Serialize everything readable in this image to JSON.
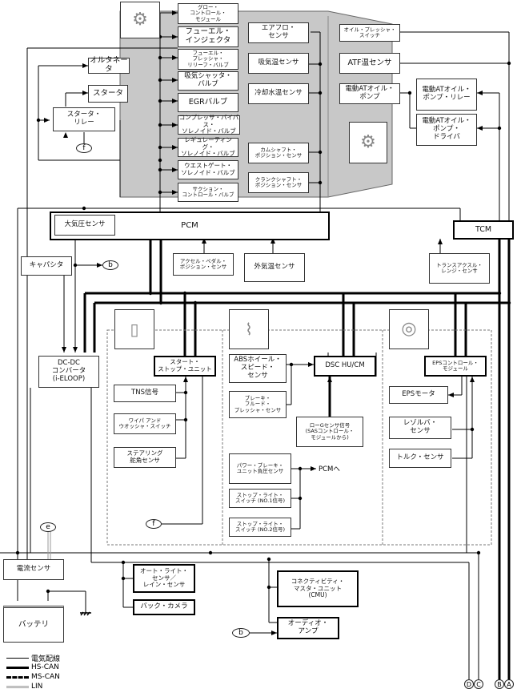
{
  "diagram": {
    "engine_area": {
      "pcm_outputs": [
        "グロー・\nコントロール・\nモジュール",
        "フューエル・\nインジェクタ",
        "フューエル・\nプレッシャ・\nリリーフ・バルブ",
        "吸気シャッタ・\nバルブ",
        "EGRバルブ",
        "コンプレッサ・バイパス・\nソレノイド・バルブ",
        "レギュレーティング・\nソレノイド・バルブ",
        "ウエストゲート・\nソレノイド・バルブ",
        "サクション・\nコントロール・バルブ"
      ],
      "pcm_inputs": [
        "エアフロ・\nセンサ",
        "吸気温センサ",
        "冷却水温センサ",
        "カムシャフト・\nポジション・センサ",
        "クランクシャフト・\nポジション・センサ"
      ],
      "alternator": "オルタネータ",
      "starter": "スタータ",
      "starter_relay": "スタータ・\nリレー"
    },
    "transmission_area": {
      "oil_pressure_switch": "オイル・プレッシャ・\nスイッチ",
      "atf_temp_sensor": "ATF温センサ",
      "electric_oil_pump": "電動ATオイル・\nポンプ",
      "oil_pump_relay": "電動ATオイル・\nポンプ・リレー",
      "oil_pump_driver": "電動ATオイル・\nポンプ・\nドライバ"
    },
    "pcm": {
      "label": "PCM",
      "baro_sensor": "大気圧センサ",
      "accel_pedal_sensor": "アクセル・ペダル・\nポジション・センサ",
      "ambient_temp_sensor": "外気温センサ"
    },
    "tcm": {
      "label": "TCM",
      "range_sensor": "トランスアクスル・\nレンジ・センサ"
    },
    "capacitor": "キャパシタ",
    "dcdc": "DC-DC\nコンバータ\n(i-ELOOP)",
    "start_stop": {
      "unit": "スタート・\nストップ・ユニット",
      "tns": "TNS信号",
      "wiper": "ワイパ アンド\nウオッシャ・スイッチ",
      "steering_angle": "ステアリング\n舵角センサ"
    },
    "dsc": {
      "unit": "DSC HU/CM",
      "abs_sensor": "ABSホイール・\nスピード・\nセンサ",
      "brake_fluid_sensor": "ブレーキ・\nフルード・\nプレッシャ・センサ",
      "low_g_signal": "ローGセンサ信号\n(SASコントロール・\nモジュールから)",
      "brake_vacuum_sensor": "パワー・ブレーキ・\nユニット負圧センサ",
      "to_pcm": "PCMへ",
      "stop_light_1": "ストップ・ライト・\nスイッチ (NO.1信号)",
      "stop_light_2": "ストップ・ライト・\nスイッチ (NO.2信号)"
    },
    "eps": {
      "module": "EPSコントロール・\nモジュール",
      "motor": "EPSモータ",
      "resolver": "レゾルバ・\nセンサ",
      "torque": "トルク・センサ"
    },
    "current_sensor": "電流センサ",
    "battery": "バッテリ",
    "auto_light": "オート・ライト・\nセンサ／\nレイン・センサ",
    "back_camera": "バック・カメラ",
    "cmu": "コネクティビティ・\nマスタ・ユニット\n(CMU)",
    "audio_amp": "オーディオ・\nアンプ",
    "connectors": {
      "b": "b",
      "e": "e",
      "f": "f",
      "A": "A",
      "B": "B",
      "C": "C",
      "D": "D"
    },
    "legend": [
      {
        "label": "電気配線",
        "style": "thin"
      },
      {
        "label": "HS-CAN",
        "style": "thick"
      },
      {
        "label": "MS-CAN",
        "style": "dashed"
      },
      {
        "label": "LIN",
        "style": "double-gray"
      }
    ],
    "colors": {
      "engine_panel": "#c8c8c8",
      "lin": "#9a9a9a",
      "line": "#000000"
    }
  }
}
